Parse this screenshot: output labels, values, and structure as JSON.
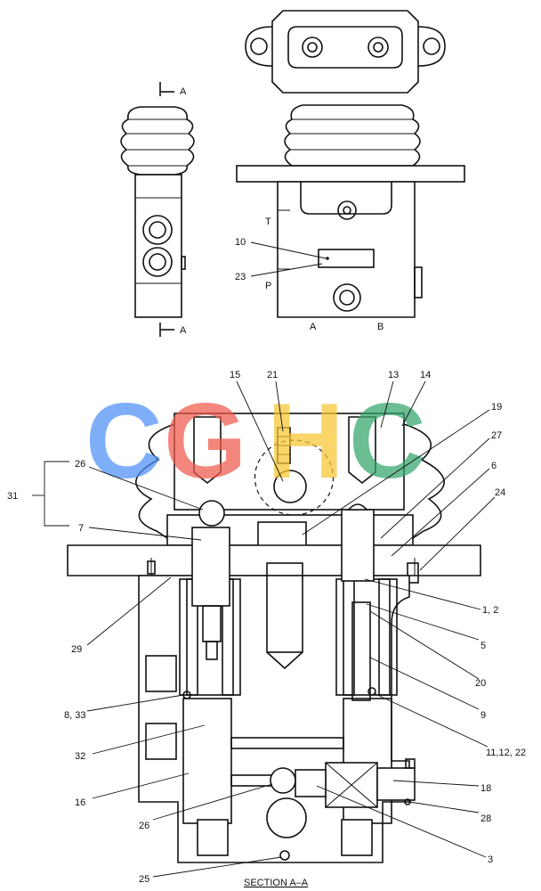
{
  "top_view": {
    "section_marker": "A",
    "port_labels": {
      "t": "T",
      "p": "P",
      "a": "A",
      "b": "B"
    },
    "callouts": [
      "10",
      "23"
    ]
  },
  "section": {
    "title": "SECTION  A–A",
    "callouts": [
      "15",
      "21",
      "13",
      "14",
      "19",
      "27",
      "26",
      "31",
      "6",
      "7",
      "24",
      "1, 2",
      "29",
      "5",
      "20",
      "9",
      "8, 33",
      "11,12, 22",
      "32",
      "16",
      "18",
      "26",
      "28",
      "3",
      "25"
    ]
  },
  "watermark": {
    "letters": [
      "C",
      "G",
      "H",
      "C"
    ],
    "colors": [
      "#4f8ff7",
      "#ef5a4c",
      "#f7c531",
      "#33a46b"
    ]
  }
}
